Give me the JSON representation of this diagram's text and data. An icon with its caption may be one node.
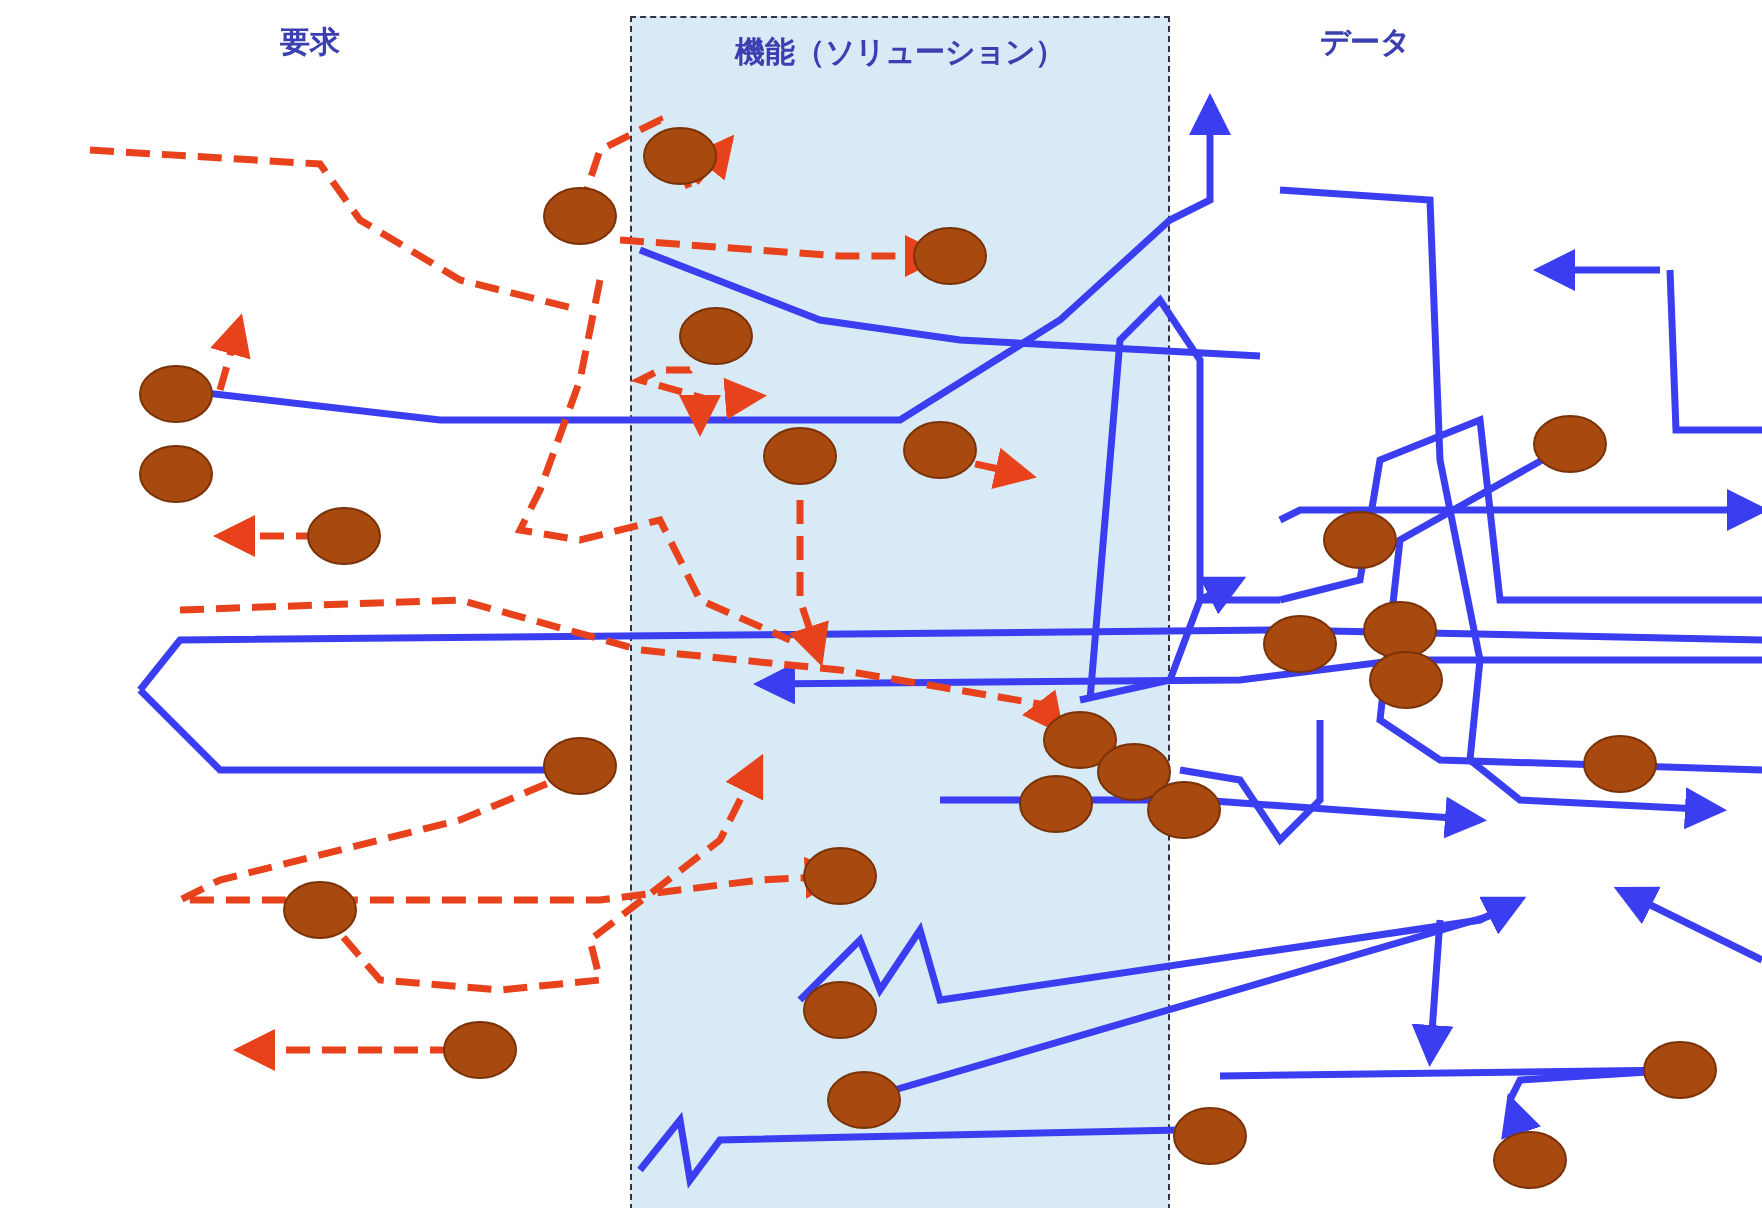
{
  "diagram": {
    "nodes": [
      {
        "text": [
          "機能（ソリューション）"
        ]
      }
    ],
    "labels": [
      "要求",
      "データ"
    ]
  }
}
